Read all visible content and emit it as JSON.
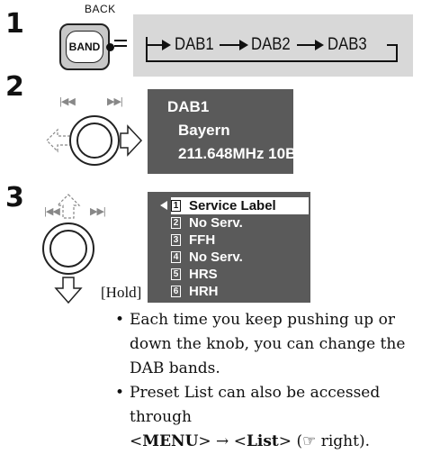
{
  "steps": {
    "s1": "1",
    "s2": "2",
    "s3": "3"
  },
  "step1": {
    "back_label": "BACK",
    "band_label": "BAND",
    "bands": [
      "DAB1",
      "DAB2",
      "DAB3"
    ]
  },
  "step2": {
    "skip_back_icon": "skip-back-icon",
    "skip_forward_icon": "skip-forward-icon",
    "display_lines": [
      "DAB1",
      "Bayern",
      "211.648MHz  10B"
    ]
  },
  "step3": {
    "hold_label": "[Hold]",
    "presets": [
      {
        "num": "1",
        "label": "Service Label",
        "selected": true
      },
      {
        "num": "2",
        "label": "No Serv."
      },
      {
        "num": "3",
        "label": "FFH"
      },
      {
        "num": "4",
        "label": "No Serv."
      },
      {
        "num": "5",
        "label": "HRS"
      },
      {
        "num": "6",
        "label": "HRH"
      }
    ]
  },
  "notes": {
    "bullet1": "Each time you keep pushing up or down the knob, you can change the DAB bands.",
    "bullet2_pre": "Preset List can also be accessed through",
    "bullet2_menu": "MENU",
    "bullet2_arrow": "→",
    "bullet2_list": "List",
    "bullet2_post": "(☞ right)."
  },
  "colors": {
    "display_bg": "#5a5a5a",
    "band_panel_bg": "#d8d8d8",
    "button_bg": "#c8c8c8"
  }
}
